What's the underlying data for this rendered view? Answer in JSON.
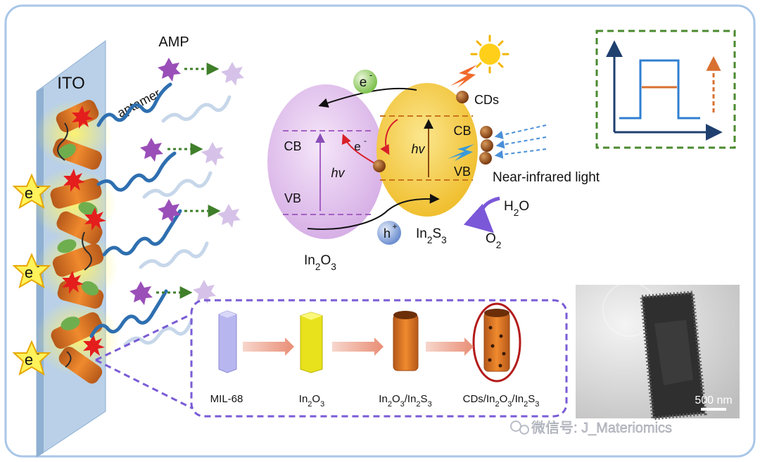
{
  "electrode": {
    "label": "ITO"
  },
  "probe": {
    "amp_label": "AMP",
    "aptamer_label": "aptamer",
    "electron_label": "e",
    "electron_charge": "-"
  },
  "band_diagram": {
    "electron_label": "e",
    "electron_charge": "-",
    "hole_label": "h",
    "hole_charge": "+",
    "photon_label": "hv",
    "cb_label": "CB",
    "vb_label": "VB",
    "in2o3": {
      "main": "In",
      "sub1": "2",
      "mid": "O",
      "sub2": "3"
    },
    "in2s3": {
      "main": "In",
      "sub1": "2",
      "mid": "S",
      "sub2": "3"
    },
    "cds_label": "CDs",
    "nir_label": "Near-infrared light",
    "h2o": {
      "main": "H",
      "sub": "2",
      "end": "O"
    },
    "o2": {
      "main": "O",
      "sub": "2"
    }
  },
  "synthesis": {
    "steps": [
      {
        "id": "mil68",
        "parts": [
          {
            "t": "MIL-68",
            "s": ""
          }
        ]
      },
      {
        "id": "in2o3",
        "parts": [
          {
            "t": "In",
            "s": ""
          },
          {
            "t": "2",
            "s": "sub"
          },
          {
            "t": "O",
            "s": ""
          },
          {
            "t": "3",
            "s": "sub"
          }
        ]
      },
      {
        "id": "in2o3-in2s3",
        "parts": [
          {
            "t": "In",
            "s": ""
          },
          {
            "t": "2",
            "s": "sub"
          },
          {
            "t": "O",
            "s": ""
          },
          {
            "t": "3",
            "s": "sub"
          },
          {
            "t": "/In",
            "s": ""
          },
          {
            "t": "2",
            "s": "sub"
          },
          {
            "t": "S",
            "s": ""
          },
          {
            "t": "3",
            "s": "sub"
          }
        ]
      },
      {
        "id": "cds-in2o3-in2s3",
        "parts": [
          {
            "t": "CDs/In",
            "s": ""
          },
          {
            "t": "2",
            "s": "sub"
          },
          {
            "t": "O",
            "s": ""
          },
          {
            "t": "3",
            "s": "sub"
          },
          {
            "t": "/In",
            "s": ""
          },
          {
            "t": "2",
            "s": "sub"
          },
          {
            "t": "S",
            "s": ""
          },
          {
            "t": "3",
            "s": "sub"
          }
        ]
      }
    ]
  },
  "tem": {
    "scale_label": "500 nm"
  },
  "watermark": {
    "text": "微信号: J_Materiomics"
  },
  "colors": {
    "frame": "#a9c6e8",
    "ito": "#a9c3df",
    "in2o3_fill": "#e7c6f0",
    "in2s3_fill": "#f4cf52",
    "dashed_purple": "#7a5bd6",
    "dashed_green": "#4a8a2e",
    "aptamer_blue": "#2e6fb0",
    "amp_purple": "#9a4fb8"
  }
}
